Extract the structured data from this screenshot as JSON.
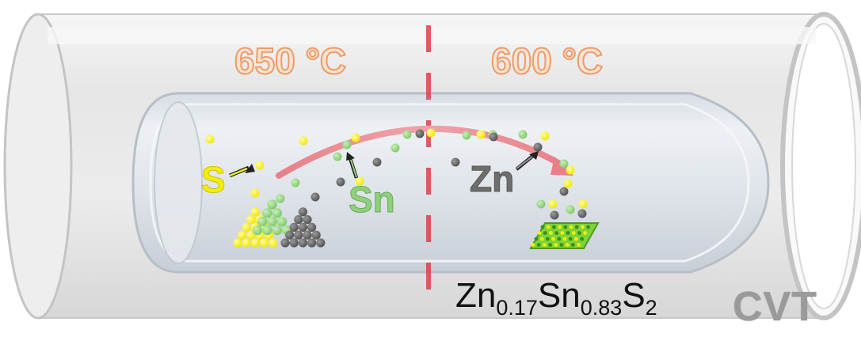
{
  "zones": {
    "left_temperature": "650 °C",
    "right_temperature": "600 °C"
  },
  "elements": {
    "sulfur": {
      "label": "S",
      "color": "#f4ef00"
    },
    "tin": {
      "label": "Sn",
      "color": "#8fd07a"
    },
    "zinc": {
      "label": "Zn",
      "color": "#6e6e6e"
    }
  },
  "product": {
    "formula_parts": [
      "Zn",
      "0.17",
      "Sn",
      "0.83",
      "S",
      "2"
    ]
  },
  "method": "CVT",
  "colors": {
    "temperature_text": "#f0a878",
    "divider": "#d9434c",
    "transport_arrow": "#e8838c",
    "tube": "#dcdcdc",
    "crystal": "#7cd33a"
  }
}
